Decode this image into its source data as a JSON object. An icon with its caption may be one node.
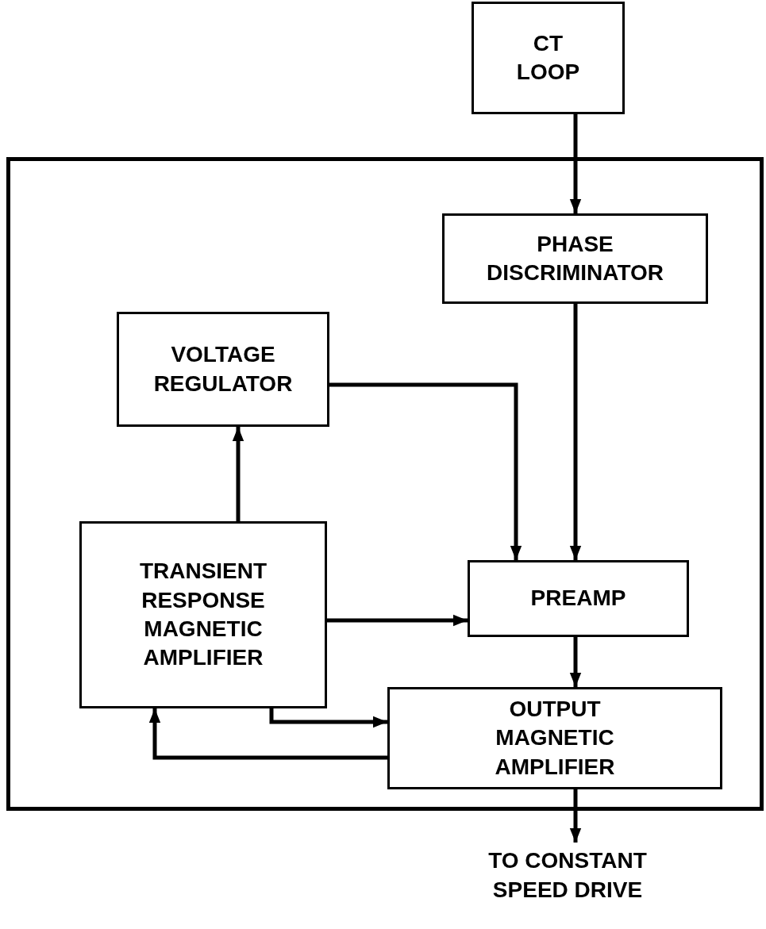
{
  "diagram": {
    "nodes": [
      {
        "text": [
          "CT LOOP"
        ]
      },
      {
        "text": [],
        "shape": "box"
      },
      {
        "text": [
          "PHASE DISCRIMINATOR"
        ],
        "in": 1
      },
      {
        "text": [
          "VOLTAGE REGULATOR"
        ],
        "in": 1
      },
      {
        "text": [
          "TRANSIENT RESPONSE MAGNETIC AMPLIFIER"
        ],
        "in": 1
      },
      {
        "text": [
          "PREAMP"
        ],
        "in": 1
      },
      {
        "text": [
          "OUTPUT MAGNETIC AMPLIFIER"
        ],
        "in": 1
      },
      {
        "text": [
          "TO CONSTANT SPEED DRIVE"
        ]
      }
    ],
    "edges": [
      {
        "from": 0,
        "to": 2,
        "arrow": "to"
      },
      {
        "from": 2,
        "to": 5,
        "arrow": "to"
      },
      {
        "from": 3,
        "to": 5,
        "arrow": "to"
      },
      {
        "from": 4,
        "to": 3,
        "arrow": "to"
      },
      {
        "from": 4,
        "to": 5,
        "arrow": "to"
      },
      {
        "from": 5,
        "to": 6,
        "arrow": "to"
      },
      {
        "from": 4,
        "to": 6,
        "arrow": "to"
      },
      {
        "from": 6,
        "to": 4,
        "arrow": "to"
      },
      {
        "from": 6,
        "to": 7,
        "arrow": "to"
      }
    ]
  }
}
